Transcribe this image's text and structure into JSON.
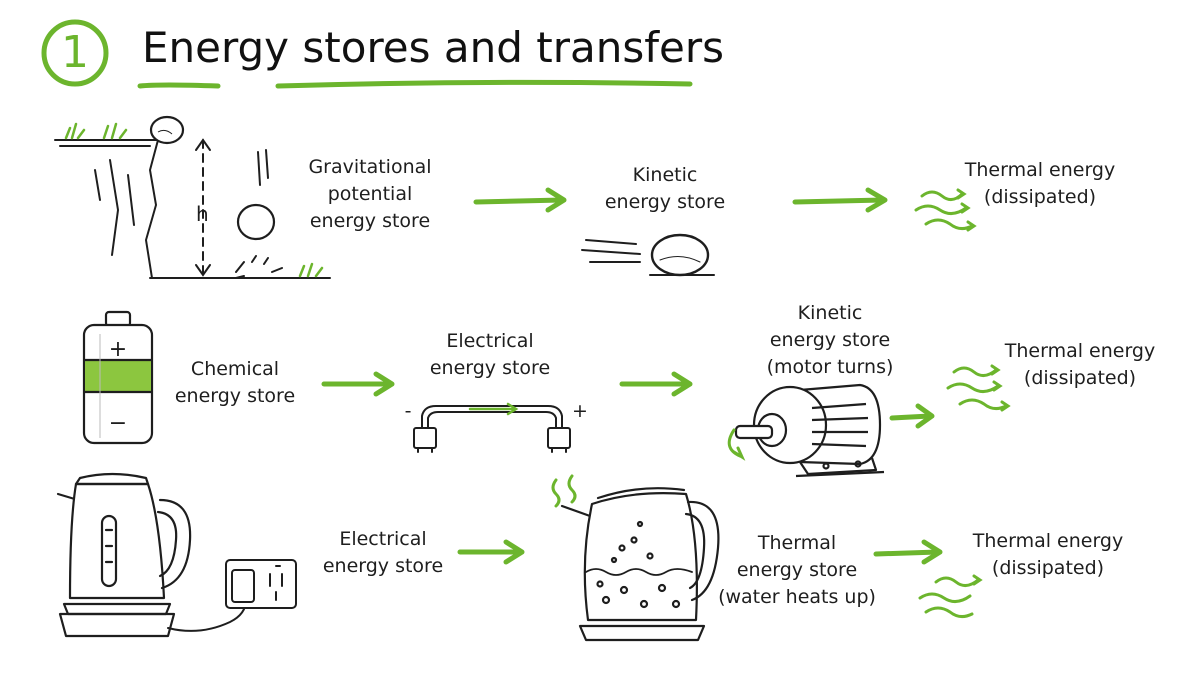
{
  "header": {
    "step_number": "1",
    "title": "Energy stores and transfers"
  },
  "accent_color": "#6cb52d",
  "ink_color": "#1e1e1e",
  "rows": [
    {
      "example": "falling-rock",
      "height_label": "h",
      "stores": [
        {
          "lines": [
            "Gravitational",
            "potential",
            "energy store"
          ]
        },
        {
          "lines": [
            "Kinetic",
            "energy store"
          ]
        },
        {
          "lines": [
            "Thermal energy",
            "(dissipated)"
          ]
        }
      ]
    },
    {
      "example": "battery-motor",
      "battery_plus": "+",
      "battery_minus": "−",
      "circuit_minus": "-",
      "circuit_plus": "+",
      "stores": [
        {
          "lines": [
            "Chemical",
            "energy store"
          ]
        },
        {
          "lines": [
            "Electrical",
            "energy store"
          ]
        },
        {
          "lines": [
            "Kinetic",
            "energy store",
            "(motor turns)"
          ]
        },
        {
          "lines": [
            "Thermal energy",
            "(dissipated)"
          ]
        }
      ]
    },
    {
      "example": "kettle",
      "stores": [
        {
          "lines": [
            "Electrical",
            "energy store"
          ]
        },
        {
          "lines": [
            "Thermal",
            "energy store",
            "(water heats up)"
          ]
        },
        {
          "lines": [
            "Thermal energy",
            "(dissipated)"
          ]
        }
      ]
    }
  ]
}
